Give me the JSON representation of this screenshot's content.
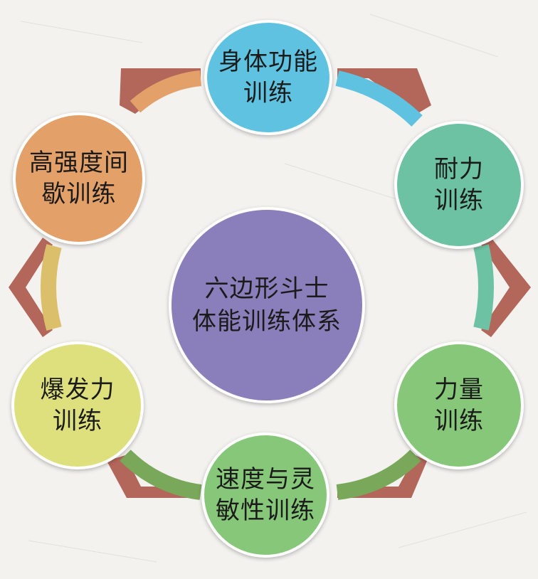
{
  "diagram": {
    "center": {
      "lines": [
        "六边形斗士",
        "体能训练体系"
      ],
      "color": "#8a7fba"
    },
    "nodes": [
      {
        "id": "functional",
        "lines": [
          "身体功能",
          "训练"
        ],
        "color": "#5fc2e0"
      },
      {
        "id": "endurance",
        "lines": [
          "耐力",
          "训练"
        ],
        "color": "#6cc2a2"
      },
      {
        "id": "strength",
        "lines": [
          "力量",
          "训练"
        ],
        "color": "#86c779"
      },
      {
        "id": "speed-agility",
        "lines": [
          "速度与灵",
          "敏性训练"
        ],
        "color": "#86c779"
      },
      {
        "id": "explosive",
        "lines": [
          "爆发力",
          "训练"
        ],
        "color": "#dde07c"
      },
      {
        "id": "hiit",
        "lines": [
          "高强度间",
          "歇训练"
        ],
        "color": "#e3a068"
      }
    ],
    "colors": {
      "outer_chevron": "#b3665a",
      "connector_blue": "#5fc2e0",
      "connector_teal": "#6cc2a2",
      "connector_green": "#7aa85a",
      "connector_yellow": "#dcbf6a",
      "connector_orange": "#e3a068",
      "background": "#f3f2ef"
    }
  }
}
